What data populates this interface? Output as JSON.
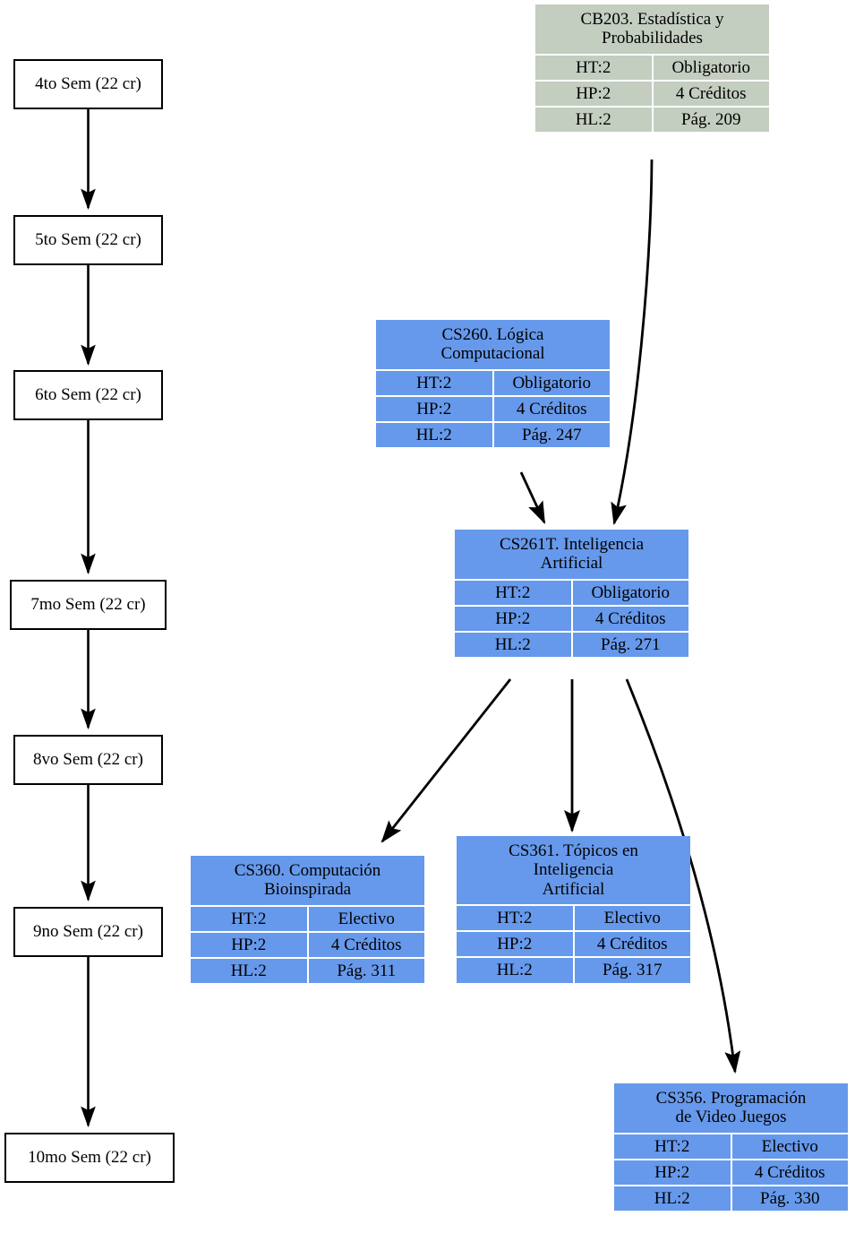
{
  "colors": {
    "course_blue": "#6699eb",
    "course_green": "#c3cdc0",
    "node_border": "#000000",
    "edge": "#000000",
    "background": "#ffffff"
  },
  "semesters": [
    {
      "id": "sem4",
      "label": "4to Sem (22 cr)"
    },
    {
      "id": "sem5",
      "label": "5to Sem (22 cr)"
    },
    {
      "id": "sem6",
      "label": "6to Sem (22 cr)"
    },
    {
      "id": "sem7",
      "label": "7mo Sem (22 cr)"
    },
    {
      "id": "sem8",
      "label": "8vo Sem (22 cr)"
    },
    {
      "id": "sem9",
      "label": "9no Sem (22 cr)"
    },
    {
      "id": "sem10",
      "label": "10mo Sem (22 cr)"
    }
  ],
  "courses": [
    {
      "id": "CB203",
      "code": "CB203.",
      "title": "CB203. Estadística y Probabilidades",
      "title_lines": [
        "CB203. Estadística y",
        "Probabilidades"
      ],
      "ht_label": "HT:2",
      "hp_label": "HP:2",
      "hl_label": "HL:2",
      "type": "Obligatorio",
      "credits": "4 Créditos",
      "page": "Pág. 209",
      "color": "green"
    },
    {
      "id": "CS260",
      "code": "CS260.",
      "title": "CS260. Lógica Computacional",
      "title_lines": [
        "CS260. Lógica",
        "Computacional"
      ],
      "ht_label": "HT:2",
      "hp_label": "HP:2",
      "hl_label": "HL:2",
      "type": "Obligatorio",
      "credits": "4 Créditos",
      "page": "Pág. 247",
      "color": "blue"
    },
    {
      "id": "CS261T",
      "code": "CS261T.",
      "title": "CS261T. Inteligencia Artificial",
      "title_lines": [
        "CS261T. Inteligencia",
        "Artificial"
      ],
      "ht_label": "HT:2",
      "hp_label": "HP:2",
      "hl_label": "HL:2",
      "type": "Obligatorio",
      "credits": "4 Créditos",
      "page": "Pág. 271",
      "color": "blue"
    },
    {
      "id": "CS360",
      "code": "CS360.",
      "title": "CS360. Computación Bioinspirada",
      "title_lines": [
        "CS360. Computación",
        "Bioinspirada"
      ],
      "ht_label": "HT:2",
      "hp_label": "HP:2",
      "hl_label": "HL:2",
      "type": "Electivo",
      "credits": "4 Créditos",
      "page": "Pág. 311",
      "color": "blue"
    },
    {
      "id": "CS361",
      "code": "CS361.",
      "title": "CS361. Tópicos en Inteligencia Artificial",
      "title_lines": [
        "CS361. Tópicos en",
        "Inteligencia",
        "Artificial"
      ],
      "ht_label": "HT:2",
      "hp_label": "HP:2",
      "hl_label": "HL:2",
      "type": "Electivo",
      "credits": "4 Créditos",
      "page": "Pág. 317",
      "color": "blue"
    },
    {
      "id": "CS356",
      "code": "CS356.",
      "title": "CS356. Programación de Video Juegos",
      "title_lines": [
        "CS356. Programación",
        "de Video Juegos"
      ],
      "ht_label": "HT:2",
      "hp_label": "HP:2",
      "hl_label": "HL:2",
      "type": "Electivo",
      "credits": "4 Créditos",
      "page": "Pág. 330",
      "color": "blue"
    }
  ],
  "edges": [
    {
      "from": "sem4",
      "to": "sem5"
    },
    {
      "from": "sem5",
      "to": "sem6"
    },
    {
      "from": "sem6",
      "to": "sem7"
    },
    {
      "from": "sem7",
      "to": "sem8"
    },
    {
      "from": "sem8",
      "to": "sem9"
    },
    {
      "from": "sem9",
      "to": "sem10"
    },
    {
      "from": "CB203",
      "to": "CS261T"
    },
    {
      "from": "CS260",
      "to": "CS261T"
    },
    {
      "from": "CS261T",
      "to": "CS360"
    },
    {
      "from": "CS261T",
      "to": "CS361"
    },
    {
      "from": "CS261T",
      "to": "CS356"
    }
  ]
}
